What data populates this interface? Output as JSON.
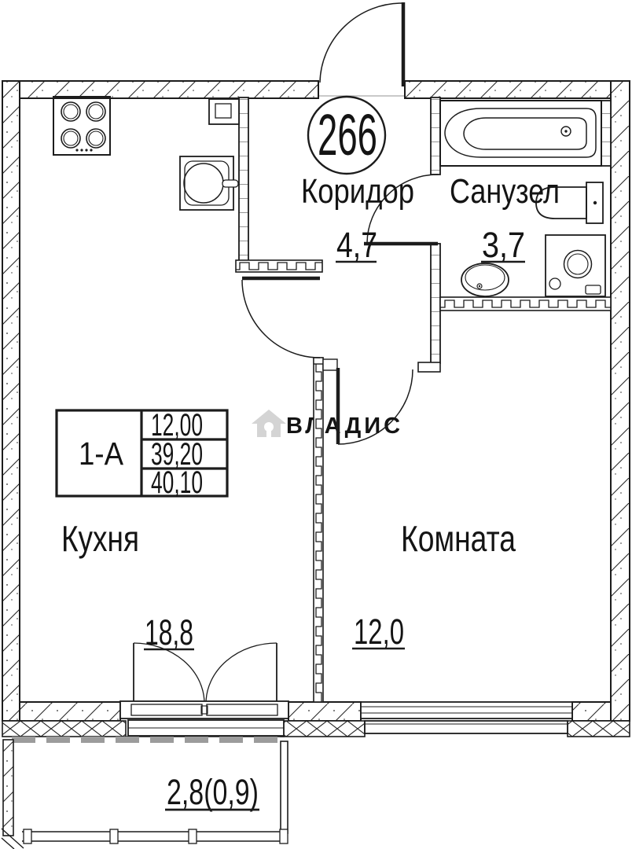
{
  "apartment": {
    "number": "266"
  },
  "rooms": {
    "corridor": {
      "label": "Коридор",
      "area": "4,7"
    },
    "bathroom": {
      "label": "Санузел",
      "area": "3,7"
    },
    "kitchen": {
      "label": "Кухня",
      "area": "18,8"
    },
    "room": {
      "label": "Комната",
      "area": "12,0"
    }
  },
  "balcony": {
    "area_label": "2,8(0,9)"
  },
  "info_table": {
    "plan_type": "1-А",
    "values": [
      "12,00",
      "39,20",
      "40,10"
    ]
  },
  "watermark": {
    "text": "ВЛАДИС"
  },
  "colors": {
    "line": "#1c1c1c",
    "watermark": "#d4d4d4",
    "balcony_dash": "#9c9c9c"
  }
}
